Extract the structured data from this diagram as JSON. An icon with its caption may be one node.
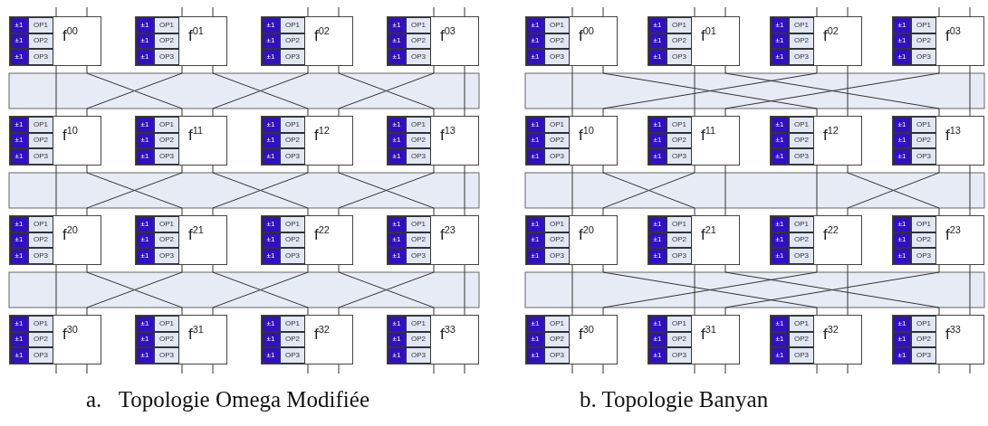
{
  "diagram": {
    "nodes": [
      {
        "text": [
          "f$^{00}$"
        ]
      },
      {
        "text": [
          "±1"
        ],
        "in": 0
      },
      {
        "text": [
          "OP1"
        ],
        "in": 0
      },
      {
        "text": [
          "±1"
        ],
        "in": 0
      },
      {
        "text": [
          "OP2"
        ],
        "in": 0
      },
      {
        "text": [
          "±1"
        ],
        "in": 0
      },
      {
        "text": [
          "OP3"
        ],
        "in": 0
      },
      {
        "text": [
          "f$^{01}$"
        ]
      },
      {
        "text": [
          "±1"
        ],
        "in": 7
      },
      {
        "text": [
          "OP1"
        ],
        "in": 7
      },
      {
        "text": [
          "±1"
        ],
        "in": 7
      },
      {
        "text": [
          "OP2"
        ],
        "in": 7
      },
      {
        "text": [
          "±1"
        ],
        "in": 7
      },
      {
        "text": [
          "OP3"
        ],
        "in": 7
      },
      {
        "text": [
          "f$^{02}$"
        ]
      },
      {
        "text": [
          "±1"
        ],
        "in": 14
      },
      {
        "text": [
          "OP1"
        ],
        "in": 14
      },
      {
        "text": [
          "±1"
        ],
        "in": 14
      },
      {
        "text": [
          "OP2"
        ],
        "in": 14
      },
      {
        "text": [
          "±1"
        ],
        "in": 14
      },
      {
        "text": [
          "OP3"
        ],
        "in": 14
      },
      {
        "text": [
          "f$^{03}$"
        ]
      },
      {
        "text": [
          "±1"
        ],
        "in": 21
      },
      {
        "text": [
          "OP1"
        ],
        "in": 21
      },
      {
        "text": [
          "±1"
        ],
        "in": 21
      },
      {
        "text": [
          "OP2"
        ],
        "in": 21
      },
      {
        "text": [
          "±1"
        ],
        "in": 21
      },
      {
        "text": [
          "OP3"
        ],
        "in": 21
      },
      {
        "text": [
          "f$^{10}$"
        ]
      },
      {
        "text": [
          "±1"
        ],
        "in": 28
      },
      {
        "text": [
          "OP1"
        ],
        "in": 28
      },
      {
        "text": [
          "±1"
        ],
        "in": 28
      },
      {
        "text": [
          "OP2"
        ],
        "in": 28
      },
      {
        "text": [
          "±1"
        ],
        "in": 28
      },
      {
        "text": [
          "OP3"
        ],
        "in": 28
      },
      {
        "text": [
          "f$^{11}$"
        ]
      },
      {
        "text": [
          "±1"
        ],
        "in": 35
      },
      {
        "text": [
          "OP1"
        ],
        "in": 35
      },
      {
        "text": [
          "±1"
        ],
        "in": 35
      },
      {
        "text": [
          "OP2"
        ],
        "in": 35
      },
      {
        "text": [
          "±1"
        ],
        "in": 35
      },
      {
        "text": [
          "OP3"
        ],
        "in": 35
      },
      {
        "text": [
          "f$^{12}$"
        ]
      },
      {
        "text": [
          "±1"
        ],
        "in": 42
      },
      {
        "text": [
          "OP1"
        ],
        "in": 42
      },
      {
        "text": [
          "±1"
        ],
        "in": 42
      },
      {
        "text": [
          "OP2"
        ],
        "in": 42
      },
      {
        "text": [
          "±1"
        ],
        "in": 42
      },
      {
        "text": [
          "OP3"
        ],
        "in": 42
      },
      {
        "text": [
          "f$^{13}$"
        ]
      },
      {
        "text": [
          "±1"
        ],
        "in": 49
      },
      {
        "text": [
          "OP1"
        ],
        "in": 49
      },
      {
        "text": [
          "±1"
        ],
        "in": 49
      },
      {
        "text": [
          "OP2"
        ],
        "in": 49
      },
      {
        "text": [
          "±1"
        ],
        "in": 49
      },
      {
        "text": [
          "OP3"
        ],
        "in": 49
      },
      {
        "text": [
          "f$^{20}$"
        ]
      },
      {
        "text": [
          "±1"
        ],
        "in": 56
      },
      {
        "text": [
          "OP1"
        ],
        "in": 56
      },
      {
        "text": [
          "±1"
        ],
        "in": 56
      },
      {
        "text": [
          "OP2"
        ],
        "in": 56
      },
      {
        "text": [
          "±1"
        ],
        "in": 56
      },
      {
        "text": [
          "OP3"
        ],
        "in": 56
      },
      {
        "text": [
          "f$^{21}$"
        ]
      },
      {
        "text": [
          "±1"
        ],
        "in": 63
      },
      {
        "text": [
          "OP1"
        ],
        "in": 63
      },
      {
        "text": [
          "±1"
        ],
        "in": 63
      },
      {
        "text": [
          "OP2"
        ],
        "in": 63
      },
      {
        "text": [
          "±1"
        ],
        "in": 63
      },
      {
        "text": [
          "OP3"
        ],
        "in": 63
      },
      {
        "text": [
          "f$^{22}$"
        ]
      },
      {
        "text": [
          "±1"
        ],
        "in": 70
      },
      {
        "text": [
          "OP1"
        ],
        "in": 70
      },
      {
        "text": [
          "±1"
        ],
        "in": 70
      },
      {
        "text": [
          "OP2"
        ],
        "in": 70
      },
      {
        "text": [
          "±1"
        ],
        "in": 70
      },
      {
        "text": [
          "OP3"
        ],
        "in": 70
      },
      {
        "text": [
          "f$^{23}$"
        ]
      },
      {
        "text": [
          "±1"
        ],
        "in": 77
      },
      {
        "text": [
          "OP1"
        ],
        "in": 77
      },
      {
        "text": [
          "±1"
        ],
        "in": 77
      },
      {
        "text": [
          "OP2"
        ],
        "in": 77
      },
      {
        "text": [
          "±1"
        ],
        "in": 77
      },
      {
        "text": [
          "OP3"
        ],
        "in": 77
      },
      {
        "text": [
          "f$^{30}$"
        ]
      },
      {
        "text": [
          "±1"
        ],
        "in": 84
      },
      {
        "text": [
          "OP1"
        ],
        "in": 84
      },
      {
        "text": [
          "±1"
        ],
        "in": 84
      },
      {
        "text": [
          "OP2"
        ],
        "in": 84
      },
      {
        "text": [
          "±1"
        ],
        "in": 84
      },
      {
        "text": [
          "OP3"
        ],
        "in": 84
      },
      {
        "text": [
          "f$^{31}$"
        ]
      },
      {
        "text": [
          "±1"
        ],
        "in": 91
      },
      {
        "text": [
          "OP1"
        ],
        "in": 91
      },
      {
        "text": [
          "±1"
        ],
        "in": 91
      },
      {
        "text": [
          "OP2"
        ],
        "in": 91
      },
      {
        "text": [
          "±1"
        ],
        "in": 91
      },
      {
        "text": [
          "OP3"
        ],
        "in": 91
      },
      {
        "text": [
          "f$^{32}$"
        ]
      },
      {
        "text": [
          "±1"
        ],
        "in": 98
      },
      {
        "text": [
          "OP1"
        ],
        "in": 98
      },
      {
        "text": [
          "±1"
        ],
        "in": 98
      },
      {
        "text": [
          "OP2"
        ],
        "in": 98
      },
      {
        "text": [
          "±1"
        ],
        "in": 98
      },
      {
        "text": [
          "OP3"
        ],
        "in": 98
      },
      {
        "text": [
          "f$^{33}$"
        ]
      },
      {
        "text": [
          "±1"
        ],
        "in": 105
      },
      {
        "text": [
          "OP1"
        ],
        "in": 105
      },
      {
        "text": [
          "±1"
        ],
        "in": 105
      },
      {
        "text": [
          "OP2"
        ],
        "in": 105
      },
      {
        "text": [
          "±1"
        ],
        "in": 105
      },
      {
        "text": [
          "OP3"
        ],
        "in": 105
      },
      {
        "text": [
          "f$^{00}$"
        ]
      },
      {
        "text": [
          "±1"
        ],
        "in": 112
      },
      {
        "text": [
          "OP1"
        ],
        "in": 112
      },
      {
        "text": [
          "±1"
        ],
        "in": 112
      },
      {
        "text": [
          "OP2"
        ],
        "in": 112
      },
      {
        "text": [
          "±1"
        ],
        "in": 112
      },
      {
        "text": [
          "OP3"
        ],
        "in": 112
      },
      {
        "text": [
          "f$^{01}$"
        ]
      },
      {
        "text": [
          "±1"
        ],
        "in": 119
      },
      {
        "text": [
          "OP1"
        ],
        "in": 119
      },
      {
        "text": [
          "±1"
        ],
        "in": 119
      },
      {
        "text": [
          "OP2"
        ],
        "in": 119
      },
      {
        "text": [
          "±1"
        ],
        "in": 119
      },
      {
        "text": [
          "OP3"
        ],
        "in": 119
      },
      {
        "text": [
          "f$^{02}$"
        ]
      },
      {
        "text": [
          "±1"
        ],
        "in": 126
      },
      {
        "text": [
          "OP1"
        ],
        "in": 126
      },
      {
        "text": [
          "±1"
        ],
        "in": 126
      },
      {
        "text": [
          "OP2"
        ],
        "in": 126
      },
      {
        "text": [
          "±1"
        ],
        "in": 126
      },
      {
        "text": [
          "OP3"
        ],
        "in": 126
      },
      {
        "text": [
          "f$^{03}$"
        ]
      },
      {
        "text": [
          "±1"
        ],
        "in": 133
      },
      {
        "text": [
          "OP1"
        ],
        "in": 133
      },
      {
        "text": [
          "±1"
        ],
        "in": 133
      },
      {
        "text": [
          "OP2"
        ],
        "in": 133
      },
      {
        "text": [
          "±1"
        ],
        "in": 133
      },
      {
        "text": [
          "OP3"
        ],
        "in": 133
      },
      {
        "text": [
          "f$^{10}$"
        ]
      },
      {
        "text": [
          "±1"
        ],
        "in": 140
      },
      {
        "text": [
          "OP1"
        ],
        "in": 140
      },
      {
        "text": [
          "±1"
        ],
        "in": 140
      },
      {
        "text": [
          "OP2"
        ],
        "in": 140
      },
      {
        "text": [
          "±1"
        ],
        "in": 140
      },
      {
        "text": [
          "OP3"
        ],
        "in": 140
      },
      {
        "text": [
          "f$^{11}$"
        ]
      },
      {
        "text": [
          "±1"
        ],
        "in": 147
      },
      {
        "text": [
          "OP1"
        ],
        "in": 147
      },
      {
        "text": [
          "±1"
        ],
        "in": 147
      },
      {
        "text": [
          "OP2"
        ],
        "in": 147
      },
      {
        "text": [
          "±1"
        ],
        "in": 147
      },
      {
        "text": [
          "OP3"
        ],
        "in": 147
      },
      {
        "text": [
          "f$^{12}$"
        ]
      },
      {
        "text": [
          "±1"
        ],
        "in": 154
      },
      {
        "text": [
          "OP1"
        ],
        "in": 154
      },
      {
        "text": [
          "±1"
        ],
        "in": 154
      },
      {
        "text": [
          "OP2"
        ],
        "in": 154
      },
      {
        "text": [
          "±1"
        ],
        "in": 154
      },
      {
        "text": [
          "OP3"
        ],
        "in": 154
      },
      {
        "text": [
          "f$^{13}$"
        ]
      },
      {
        "text": [
          "±1"
        ],
        "in": 161
      },
      {
        "text": [
          "OP1"
        ],
        "in": 161
      },
      {
        "text": [
          "±1"
        ],
        "in": 161
      },
      {
        "text": [
          "OP2"
        ],
        "in": 161
      },
      {
        "text": [
          "±1"
        ],
        "in": 161
      },
      {
        "text": [
          "OP3"
        ],
        "in": 161
      },
      {
        "text": [
          "f$^{20}$"
        ]
      },
      {
        "text": [
          "±1"
        ],
        "in": 168
      },
      {
        "text": [
          "OP1"
        ],
        "in": 168
      },
      {
        "text": [
          "±1"
        ],
        "in": 168
      },
      {
        "text": [
          "OP2"
        ],
        "in": 168
      },
      {
        "text": [
          "±1"
        ],
        "in": 168
      },
      {
        "text": [
          "OP3"
        ],
        "in": 168
      },
      {
        "text": [
          "f$^{21}$"
        ]
      },
      {
        "text": [
          "±1"
        ],
        "in": 175
      },
      {
        "text": [
          "OP1"
        ],
        "in": 175
      },
      {
        "text": [
          "±1"
        ],
        "in": 175
      },
      {
        "text": [
          "OP2"
        ],
        "in": 175
      },
      {
        "text": [
          "±1"
        ],
        "in": 175
      },
      {
        "text": [
          "OP3"
        ],
        "in": 175
      },
      {
        "text": [
          "f$^{22}$"
        ]
      },
      {
        "text": [
          "±1"
        ],
        "in": 182
      },
      {
        "text": [
          "OP1"
        ],
        "in": 182
      },
      {
        "text": [
          "±1"
        ],
        "in": 182
      },
      {
        "text": [
          "OP2"
        ],
        "in": 182
      },
      {
        "text": [
          "±1"
        ],
        "in": 182
      },
      {
        "text": [
          "OP3"
        ],
        "in": 182
      },
      {
        "text": [
          "f$^{23}$"
        ]
      },
      {
        "text": [
          "±1"
        ],
        "in": 189
      },
      {
        "text": [
          "OP1"
        ],
        "in": 189
      },
      {
        "text": [
          "±1"
        ],
        "in": 189
      },
      {
        "text": [
          "OP2"
        ],
        "in": 189
      },
      {
        "text": [
          "±1"
        ],
        "in": 189
      },
      {
        "text": [
          "OP3"
        ],
        "in": 189
      },
      {
        "text": [
          "f$^{30}$"
        ]
      },
      {
        "text": [
          "±1"
        ],
        "in": 196
      },
      {
        "text": [
          "OP1"
        ],
        "in": 196
      },
      {
        "text": [
          "±1"
        ],
        "in": 196
      },
      {
        "text": [
          "OP2"
        ],
        "in": 196
      },
      {
        "text": [
          "±1"
        ],
        "in": 196
      },
      {
        "text": [
          "OP3"
        ],
        "in": 196
      },
      {
        "text": [
          "f$^{31}$"
        ]
      },
      {
        "text": [
          "±1"
        ],
        "in": 203
      },
      {
        "text": [
          "OP1"
        ],
        "in": 203
      },
      {
        "text": [
          "±1"
        ],
        "in": 203
      },
      {
        "text": [
          "OP2"
        ],
        "in": 203
      },
      {
        "text": [
          "±1"
        ],
        "in": 203
      },
      {
        "text": [
          "OP3"
        ],
        "in": 203
      },
      {
        "text": [
          "f$^{32}$"
        ]
      },
      {
        "text": [
          "±1"
        ],
        "in": 210
      },
      {
        "text": [
          "OP1"
        ],
        "in": 210
      },
      {
        "text": [
          "±1"
        ],
        "in": 210
      },
      {
        "text": [
          "OP2"
        ],
        "in": 210
      },
      {
        "text": [
          "±1"
        ],
        "in": 210
      },
      {
        "text": [
          "OP3"
        ],
        "in": 210
      },
      {
        "text": [
          "f$^{33}$"
        ]
      },
      {
        "text": [
          "±1"
        ],
        "in": 217
      },
      {
        "text": [
          "OP1"
        ],
        "in": 217
      },
      {
        "text": [
          "±1"
        ],
        "in": 217
      },
      {
        "text": [
          "OP2"
        ],
        "in": 217
      },
      {
        "text": [
          "±1"
        ],
        "in": 217
      },
      {
        "text": [
          "OP3"
        ],
        "in": 217
      }
    ],
    "edges": [
      {
        "from": null,
        "to": 0,
        "arrow": "none"
      },
      {
        "from": null,
        "to": 0,
        "arrow": "none"
      },
      {
        "from": null,
        "to": 7,
        "arrow": "none"
      },
      {
        "from": null,
        "to": 7,
        "arrow": "none"
      },
      {
        "from": null,
        "to": 14,
        "arrow": "none"
      },
      {
        "from": null,
        "to": 14,
        "arrow": "none"
      },
      {
        "from": null,
        "to": 21,
        "arrow": "none"
      },
      {
        "from": null,
        "to": 21,
        "arrow": "none"
      },
      {
        "from": 0,
        "to": 28,
        "arrow": "none"
      },
      {
        "from": 0,
        "to": 35,
        "arrow": "none"
      },
      {
        "from": 7,
        "to": 28,
        "arrow": "none"
      },
      {
        "from": 7,
        "to": 42,
        "arrow": "none"
      },
      {
        "from": 14,
        "to": 35,
        "arrow": "none"
      },
      {
        "from": 14,
        "to": 49,
        "arrow": "none"
      },
      {
        "from": 21,
        "to": 42,
        "arrow": "none"
      },
      {
        "from": 21,
        "to": 49,
        "arrow": "none"
      },
      {
        "from": 28,
        "to": 56,
        "arrow": "none"
      },
      {
        "from": 28,
        "to": 63,
        "arrow": "none"
      },
      {
        "from": 35,
        "to": 56,
        "arrow": "none"
      },
      {
        "from": 35,
        "to": 70,
        "arrow": "none"
      },
      {
        "from": 42,
        "to": 63,
        "arrow": "none"
      },
      {
        "from": 42,
        "to": 77,
        "arrow": "none"
      },
      {
        "from": 49,
        "to": 70,
        "arrow": "none"
      },
      {
        "from": 49,
        "to": 77,
        "arrow": "none"
      },
      {
        "from": 56,
        "to": 84,
        "arrow": "none"
      },
      {
        "from": 56,
        "to": 91,
        "arrow": "none"
      },
      {
        "from": 63,
        "to": 84,
        "arrow": "none"
      },
      {
        "from": 63,
        "to": 98,
        "arrow": "none"
      },
      {
        "from": 70,
        "to": 91,
        "arrow": "none"
      },
      {
        "from": 70,
        "to": 105,
        "arrow": "none"
      },
      {
        "from": 77,
        "to": 98,
        "arrow": "none"
      },
      {
        "from": 77,
        "to": 105,
        "arrow": "none"
      },
      {
        "from": 84,
        "to": null,
        "arrow": "none"
      },
      {
        "from": 84,
        "to": null,
        "arrow": "none"
      },
      {
        "from": 91,
        "to": null,
        "arrow": "none"
      },
      {
        "from": 91,
        "to": null,
        "arrow": "none"
      },
      {
        "from": 98,
        "to": null,
        "arrow": "none"
      },
      {
        "from": 98,
        "to": null,
        "arrow": "none"
      },
      {
        "from": 105,
        "to": null,
        "arrow": "none"
      },
      {
        "from": 105,
        "to": null,
        "arrow": "none"
      },
      {
        "from": null,
        "to": 112,
        "arrow": "none"
      },
      {
        "from": null,
        "to": 112,
        "arrow": "none"
      },
      {
        "from": null,
        "to": 119,
        "arrow": "none"
      },
      {
        "from": null,
        "to": 119,
        "arrow": "none"
      },
      {
        "from": null,
        "to": 126,
        "arrow": "none"
      },
      {
        "from": null,
        "to": 126,
        "arrow": "none"
      },
      {
        "from": null,
        "to": 133,
        "arrow": "none"
      },
      {
        "from": null,
        "to": 133,
        "arrow": "none"
      },
      {
        "from": 112,
        "to": 140,
        "arrow": "none"
      },
      {
        "from": 112,
        "to": 154,
        "arrow": "none"
      },
      {
        "from": 119,
        "to": 147,
        "arrow": "none"
      },
      {
        "from": 119,
        "to": 161,
        "arrow": "none"
      },
      {
        "from": 126,
        "to": 140,
        "arrow": "none"
      },
      {
        "from": 126,
        "to": 154,
        "arrow": "none"
      },
      {
        "from": 133,
        "to": 147,
        "arrow": "none"
      },
      {
        "from": 133,
        "to": 161,
        "arrow": "none"
      },
      {
        "from": 140,
        "to": 168,
        "arrow": "none"
      },
      {
        "from": 140,
        "to": 175,
        "arrow": "none"
      },
      {
        "from": 147,
        "to": 168,
        "arrow": "none"
      },
      {
        "from": 147,
        "to": 175,
        "arrow": "none"
      },
      {
        "from": 154,
        "to": 182,
        "arrow": "none"
      },
      {
        "from": 154,
        "to": 189,
        "arrow": "none"
      },
      {
        "from": 161,
        "to": 182,
        "arrow": "none"
      },
      {
        "from": 161,
        "to": 189,
        "arrow": "none"
      },
      {
        "from": 168,
        "to": 196,
        "arrow": "none"
      },
      {
        "from": 168,
        "to": 210,
        "arrow": "none"
      },
      {
        "from": 175,
        "to": 203,
        "arrow": "none"
      },
      {
        "from": 175,
        "to": 217,
        "arrow": "none"
      },
      {
        "from": 182,
        "to": 196,
        "arrow": "none"
      },
      {
        "from": 182,
        "to": 210,
        "arrow": "none"
      },
      {
        "from": 189,
        "to": 203,
        "arrow": "none"
      },
      {
        "from": 189,
        "to": 217,
        "arrow": "none"
      },
      {
        "from": 196,
        "to": null,
        "arrow": "none"
      },
      {
        "from": 196,
        "to": null,
        "arrow": "none"
      },
      {
        "from": 203,
        "to": null,
        "arrow": "none"
      },
      {
        "from": 203,
        "to": null,
        "arrow": "none"
      },
      {
        "from": 210,
        "to": null,
        "arrow": "none"
      },
      {
        "from": 210,
        "to": null,
        "arrow": "none"
      },
      {
        "from": 217,
        "to": null,
        "arrow": "none"
      },
      {
        "from": 217,
        "to": null,
        "arrow": "none"
      }
    ],
    "labels": [
      "a.   Topologie Omega Modifiée",
      "b. Topologie Banyan"
    ]
  }
}
